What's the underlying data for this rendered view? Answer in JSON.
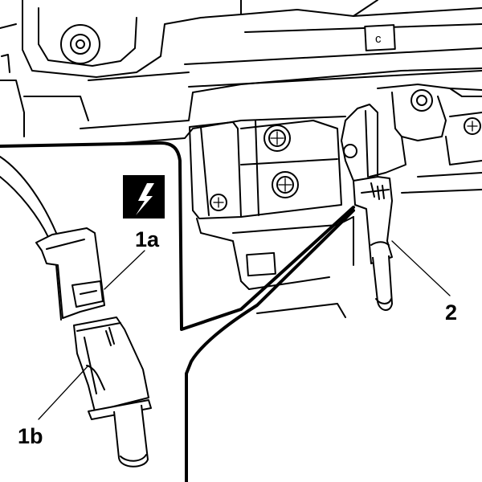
{
  "callouts": {
    "label_1a": "1a",
    "label_1b": "1b",
    "label_2": "2"
  },
  "panel_marking": "c",
  "warning_symbol": "lightning-bolt-icon"
}
